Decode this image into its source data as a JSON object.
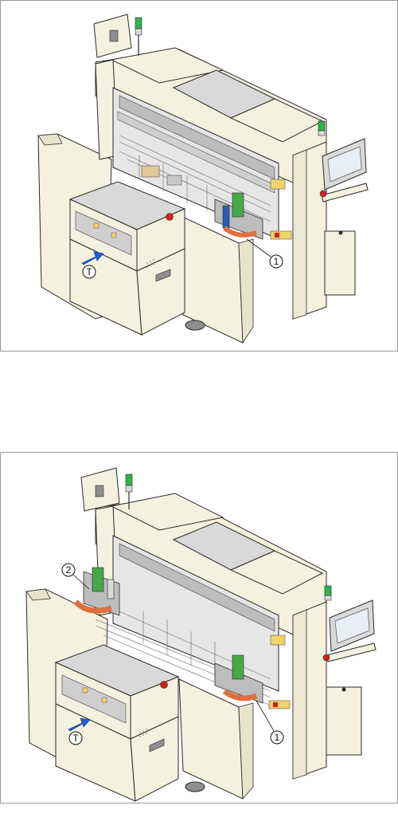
{
  "figures": [
    {
      "callouts": [
        {
          "label": "1"
        },
        {
          "label": "T"
        }
      ]
    },
    {
      "callouts": [
        {
          "label": "1"
        },
        {
          "label": "2"
        },
        {
          "label": "T"
        }
      ]
    }
  ],
  "colors": {
    "frame": "#9a9a9a",
    "machine_body": "#f4f1df",
    "machine_top": "#d9d9d9",
    "machine_dark": "#8e8e8e",
    "outline": "#2b2b2b",
    "arrow_blue": "#1f5fd6",
    "red_button": "#d32020",
    "green_light": "#2fb54a",
    "conveyor_orange": "#e07040",
    "pcb_green": "#47a84a"
  }
}
